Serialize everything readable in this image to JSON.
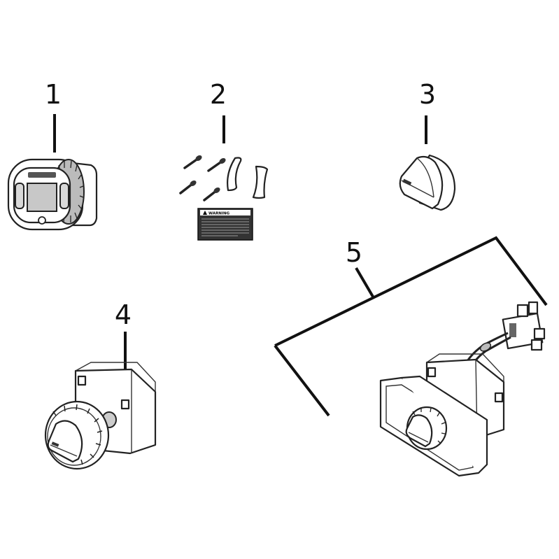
{
  "callouts": {
    "c1": "1",
    "c2": "2",
    "c3": "3",
    "c4": "4",
    "c5": "5"
  },
  "warning_label": {
    "title": "WARNING"
  },
  "colors": {
    "line": "#111111",
    "part_fill": "#ffffff",
    "shade": "#d9d9d9",
    "label_bg": "#333333"
  }
}
